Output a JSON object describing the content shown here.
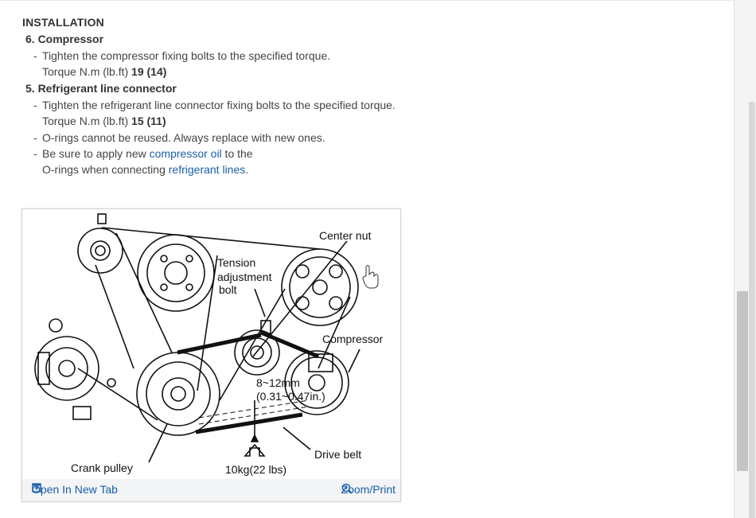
{
  "section": {
    "heading": "INSTALLATION"
  },
  "steps": [
    {
      "title": "6. Compressor",
      "lines": [
        {
          "dash": "-",
          "text": "Tighten the compressor fixing bolts to the specified torque."
        },
        {
          "label": "Torque N.m (lb.ft)",
          "value": "19 (14)"
        }
      ]
    },
    {
      "title": "5. Refrigerant line connector",
      "lines": [
        {
          "dash": "-",
          "text": "Tighten the refrigerant line connector fixing bolts to the specified torque."
        },
        {
          "label": "Torque N.m (lb.ft)",
          "value": "15 (11)"
        },
        {
          "dash": "-",
          "text": "O-rings cannot be reused. Always replace with new ones."
        },
        {
          "dash": "-",
          "prefix": "Be sure to apply new ",
          "link1": "compressor oil",
          "suffix": " to the"
        },
        {
          "prefix": "O-rings when connecting ",
          "link2": "refrigerant lines",
          "suffix": "."
        }
      ]
    }
  ],
  "figure": {
    "labels": {
      "center_nut": "Center nut",
      "tension1": "Tension",
      "tension2": "adjustment",
      "tension3": "bolt",
      "compressor": "Compressor",
      "deflection1": "8~12mm",
      "deflection2": "(0.31~0.47in.)",
      "drive_belt": "Drive belt",
      "crank_pulley": "Crank pulley",
      "force": "10kg(22 lbs)"
    },
    "open_link": "Open In New Tab",
    "zoom_link": "Zoom/Print",
    "icons": {
      "open": "open-new-tab-icon",
      "zoom": "zoom-in-icon",
      "cursor": "hand-pointer-icon"
    }
  },
  "colors": {
    "link": "#1a5ea8",
    "text": "#333333",
    "bar": "#f3f4f6"
  }
}
